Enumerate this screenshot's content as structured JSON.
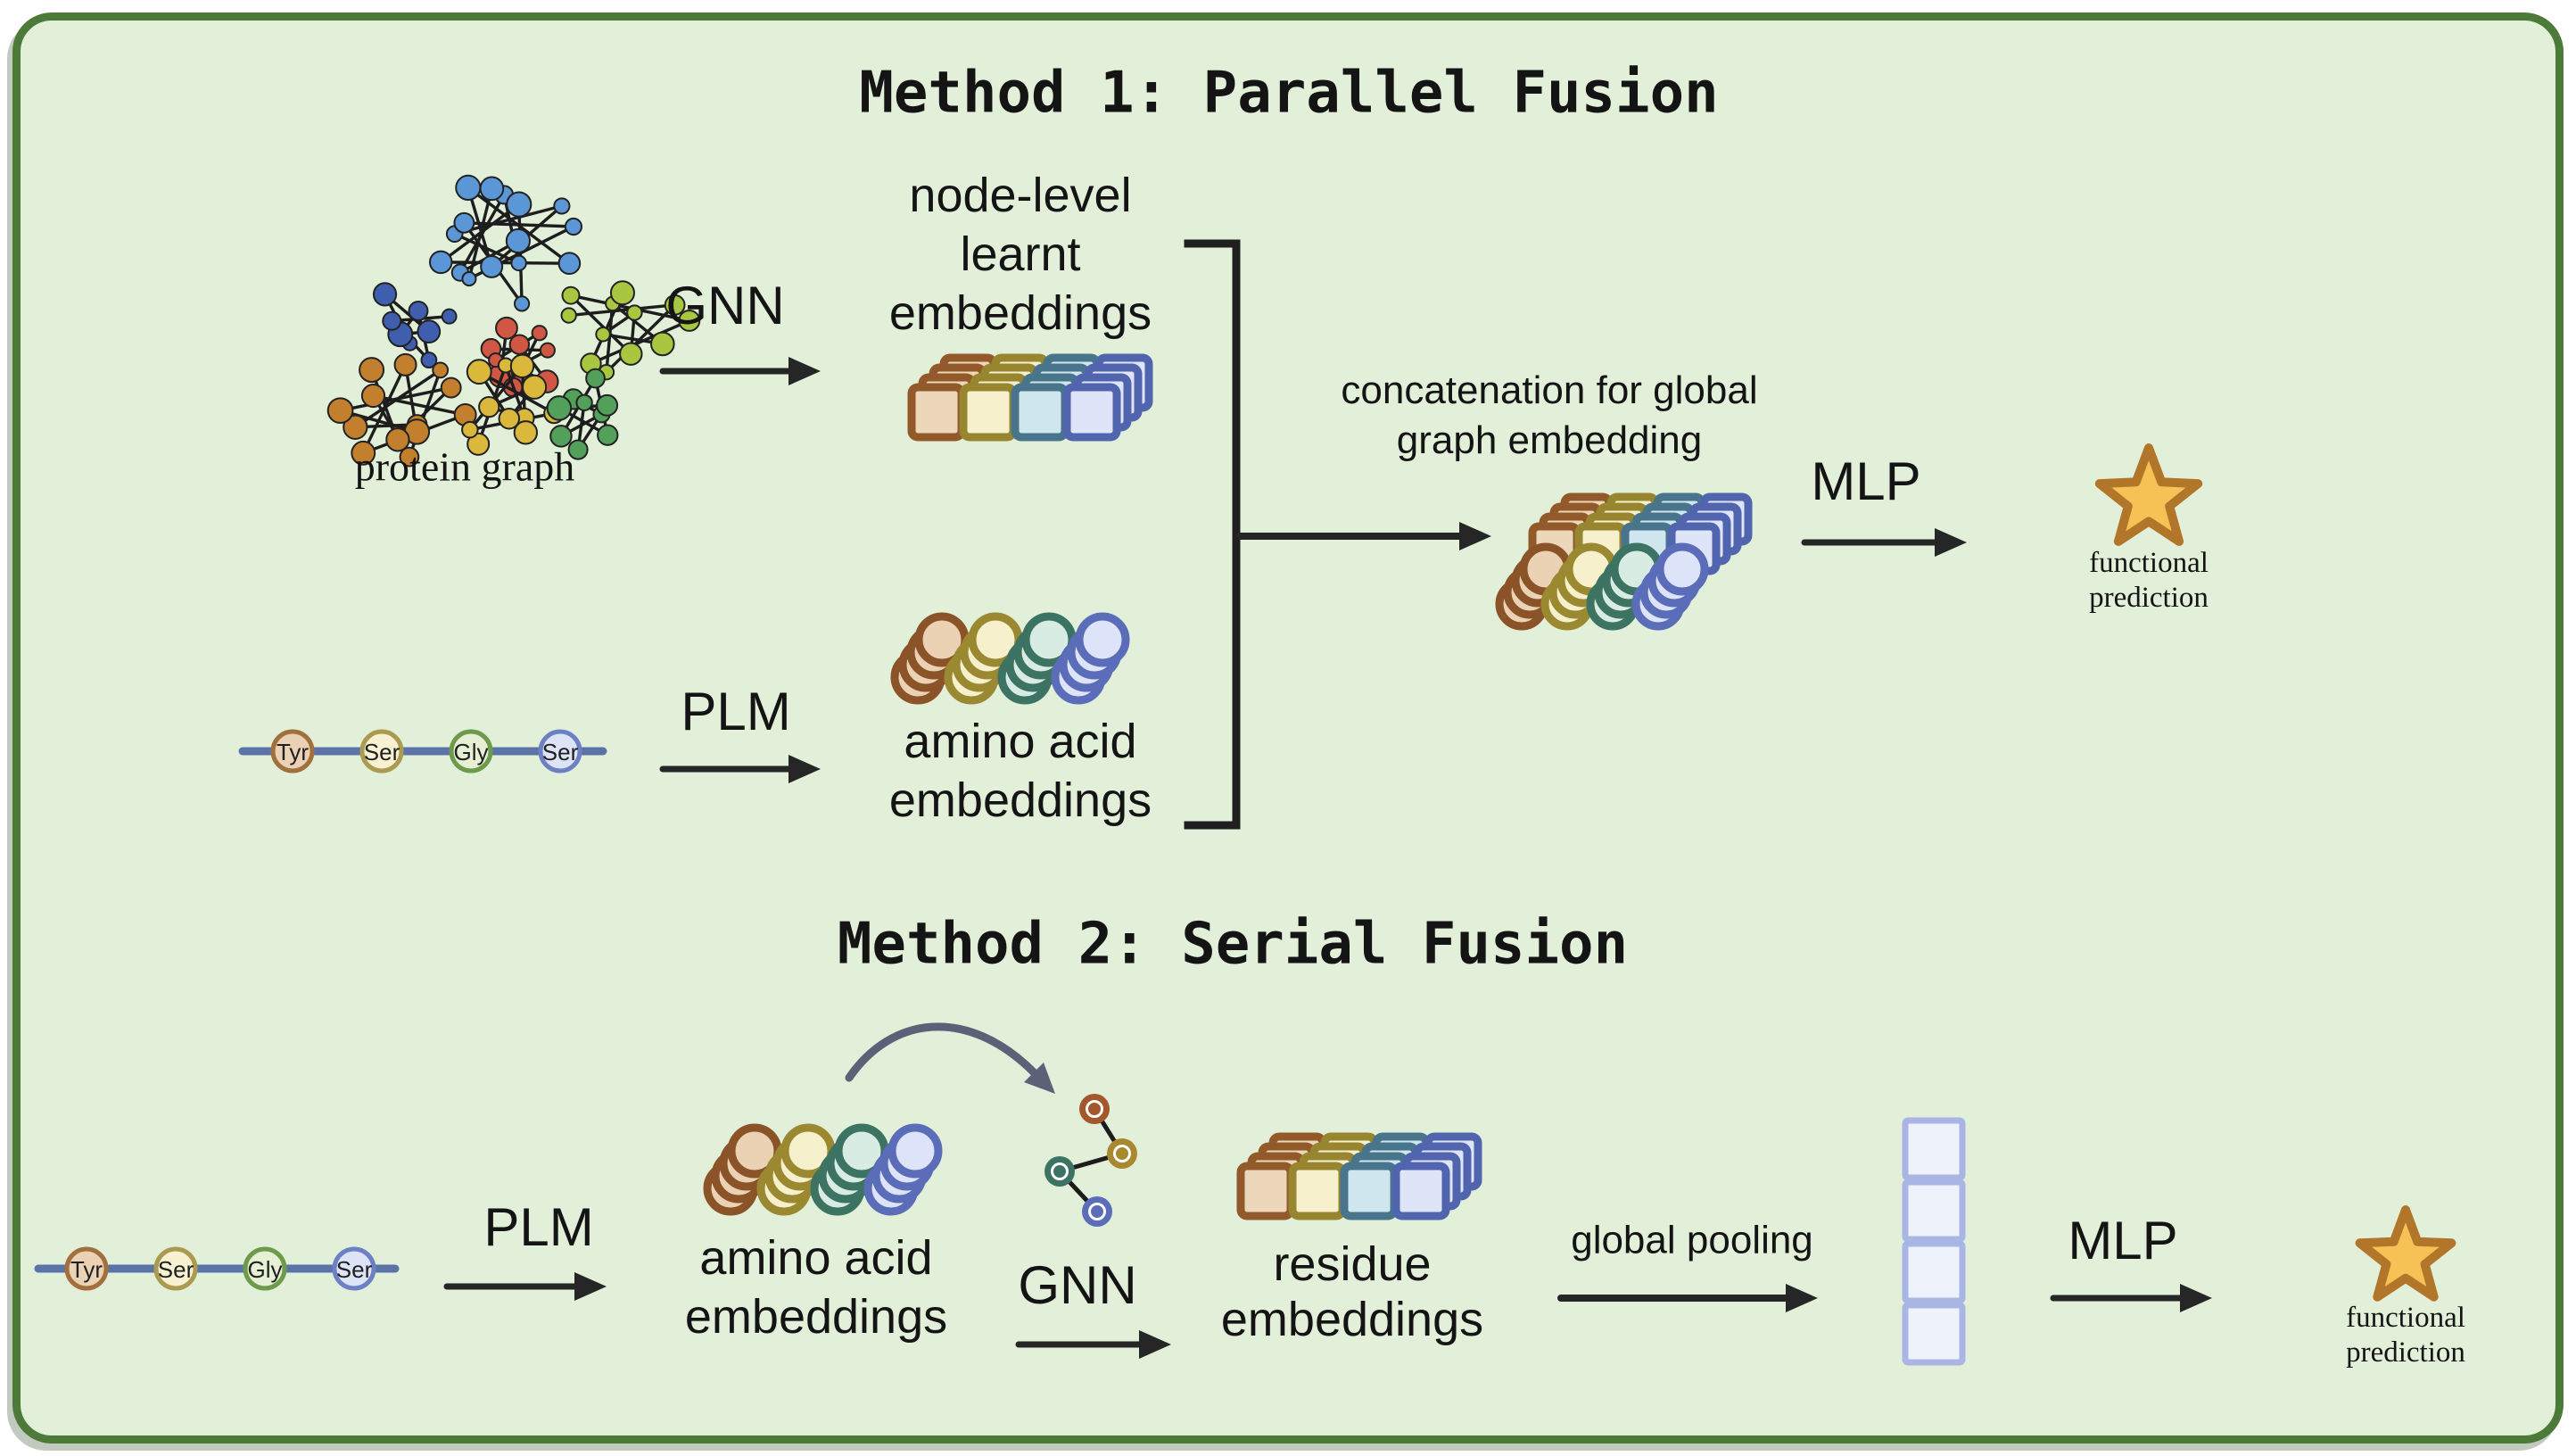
{
  "figure": {
    "panel_fill": "#e2f0da",
    "panel_border": "#4c7a38",
    "text_color": "#141414",
    "arrow_color": "#262626",
    "bracket_color": "#1f1f1f",
    "curved_arrow_color": "#5b6278",
    "sequence_line_color": "#5b74a8",
    "star": {
      "fill": "#f6c155",
      "border": "#b2762a"
    },
    "pooled_vector": {
      "cell_fill": "#eef2fb",
      "cell_border": "#a9b5e2",
      "cells": 4
    }
  },
  "palettes": {
    "square_stack": [
      {
        "border": "#92592a",
        "fill": "#ecd7bb"
      },
      {
        "border": "#97852f",
        "fill": "#f6f0cc"
      },
      {
        "border": "#49758c",
        "fill": "#cfe6ee"
      },
      {
        "border": "#5165ae",
        "fill": "#dfe5f8"
      }
    ],
    "coin_stack": [
      {
        "border": "#8a5428",
        "fill": "#ebd2b5"
      },
      {
        "border": "#9b8931",
        "fill": "#f6f0cd"
      },
      {
        "border": "#3d7362",
        "fill": "#d9ece4"
      },
      {
        "border": "#5b6cb8",
        "fill": "#dde3f9"
      }
    ],
    "graph_nodes": [
      "#a3572a",
      "#a8892f",
      "#3d7362",
      "#5b6cb8"
    ],
    "molecule_clusters": [
      "#5b97d6",
      "#3f5fae",
      "#a9c640",
      "#cf5743",
      "#c2802f",
      "#d9b83c",
      "#53a05a"
    ]
  },
  "sequence": {
    "residues": [
      {
        "label": "Tyr",
        "fill": "#ecd2b4",
        "border": "#a2703d"
      },
      {
        "label": "Ser",
        "fill": "#f8f2d2",
        "border": "#ab9b50"
      },
      {
        "label": "Gly",
        "fill": "#e6f0d4",
        "border": "#6d9a4b"
      },
      {
        "label": "Ser",
        "fill": "#dde4f8",
        "border": "#6d80c4"
      }
    ]
  },
  "method1": {
    "title": "Method 1: Parallel Fusion",
    "protein_graph_label": "protein graph",
    "gnn_label": "GNN",
    "node_embeddings_label": "node-level\nlearnt\nembeddings",
    "plm_label": "PLM",
    "amino_embeddings_label": "amino acid\nembeddings",
    "concat_label": "concatenation for global\ngraph embedding",
    "mlp_label": "MLP",
    "prediction_label": "functional\nprediction"
  },
  "method2": {
    "title": "Method 2: Serial Fusion",
    "plm_label": "PLM",
    "amino_embeddings_label": "amino acid\nembeddings",
    "gnn_label": "GNN",
    "residue_embeddings_label": "residue\nembeddings",
    "pooling_label": "global pooling",
    "mlp_label": "MLP",
    "prediction_label": "functional\nprediction"
  },
  "icons": [
    "protein-structure-icon",
    "node-embeddings-stack-icon",
    "amino-acid-embeddings-icon",
    "concatenated-embedding-icon",
    "residue-embeddings-stack-icon",
    "residue-graph-icon",
    "pooled-vector-icon",
    "star-icon",
    "arrow-icon",
    "bracket-icon",
    "curved-arrow-icon"
  ]
}
